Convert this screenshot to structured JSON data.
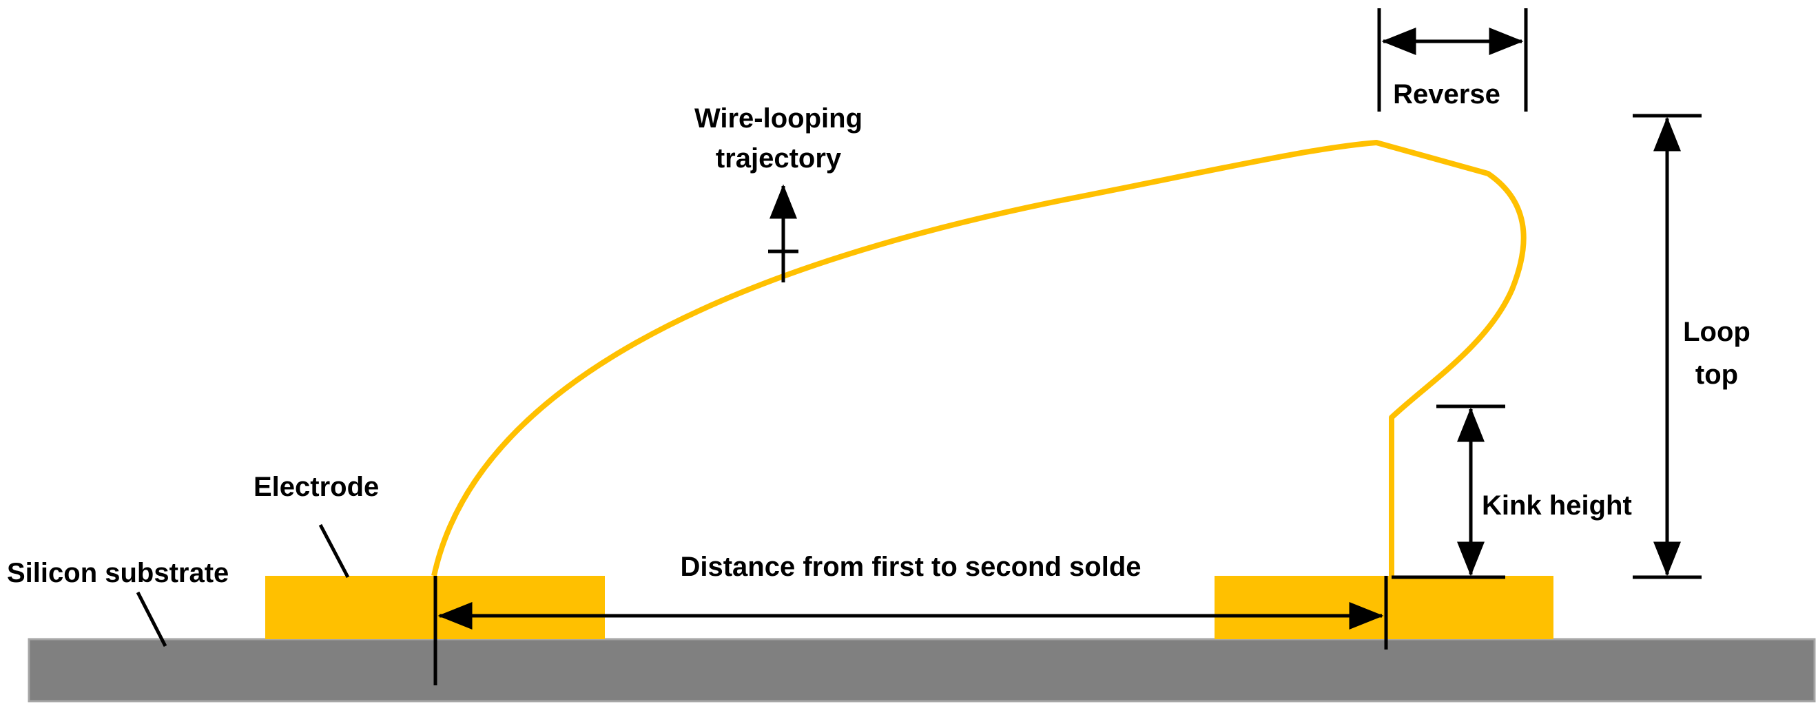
{
  "labels": {
    "wire_looping_line1": "Wire-looping",
    "wire_looping_line2": "trajectory",
    "reverse": "Reverse",
    "loop_top_line1": "Loop",
    "loop_top_line2": "top",
    "kink_height": "Kink height",
    "electrode": "Electrode",
    "silicon_substrate": "Silicon substrate",
    "distance": "Distance from first to second solde"
  },
  "colors": {
    "wire": "#FFC000",
    "electrode": "#FFC000",
    "substrate": "#808080",
    "ink": "#000000"
  }
}
